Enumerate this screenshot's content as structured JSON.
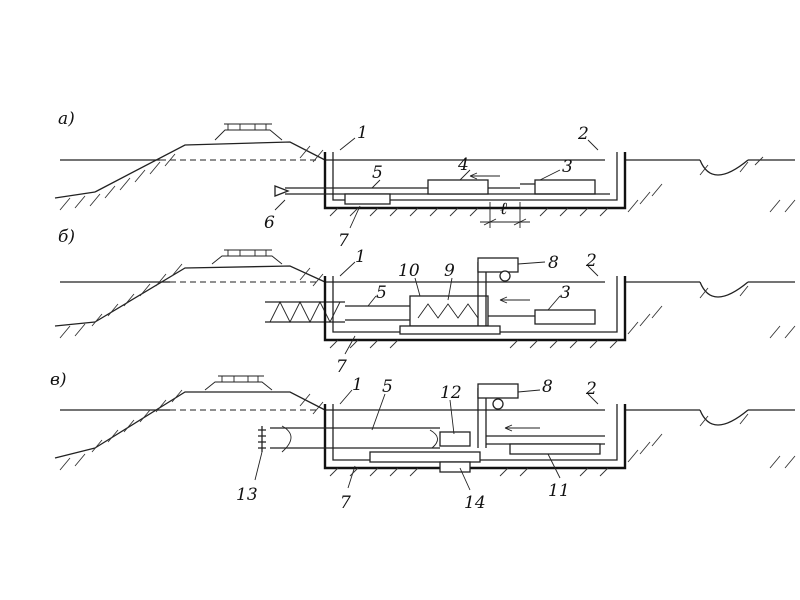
{
  "panels": [
    {
      "letter": "а)",
      "numbers": [
        "1",
        "2",
        "3",
        "4",
        "5",
        "6",
        "7"
      ],
      "dimension": "ℓ"
    },
    {
      "letter": "б)",
      "numbers": [
        "1",
        "2",
        "3",
        "5",
        "7",
        "8",
        "9",
        "10"
      ]
    },
    {
      "letter": "в)",
      "numbers": [
        "1",
        "2",
        "5",
        "7",
        "8",
        "11",
        "12",
        "13",
        "14"
      ]
    }
  ],
  "colors": {
    "ink": "#222222",
    "background": "#ffffff"
  }
}
